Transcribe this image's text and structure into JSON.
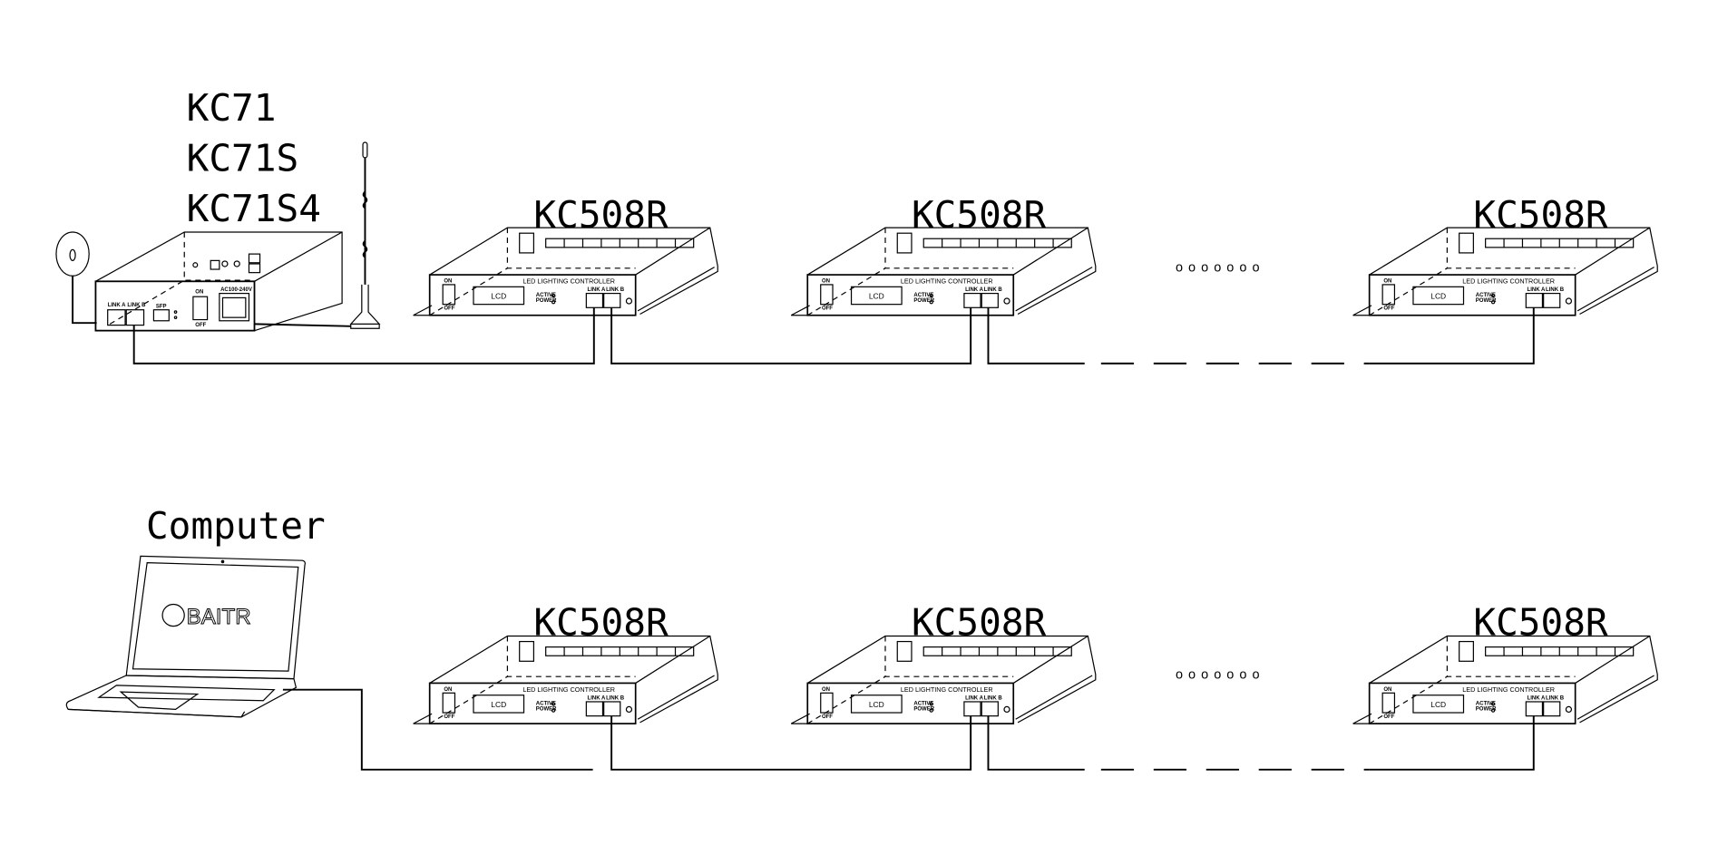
{
  "labels": {
    "gateway_models": [
      "KC71",
      "KC71S",
      "KC71S4"
    ],
    "computer": "Computer",
    "controller_model": "KC508R",
    "continuation_dots": "ooooooo"
  },
  "controller_panel": {
    "title": "LED LIGHTING CONTROLLER",
    "lcd": "LCD",
    "active": "ACTIVE",
    "power": "POWER",
    "link_a": "LINK A",
    "link_b": "LINK B",
    "on": "ON",
    "off": "OFF"
  },
  "gateway_panel": {
    "link_a": "LINK A",
    "link_b": "LINK B",
    "sfp": "SFP",
    "on": "ON",
    "off": "OFF",
    "power_input": "AC100-240V"
  },
  "laptop": {
    "brand": "BAITR"
  },
  "rows": [
    {
      "source": "KC71 gateway",
      "controllers": 3
    },
    {
      "source": "Computer",
      "controllers": 3
    }
  ]
}
